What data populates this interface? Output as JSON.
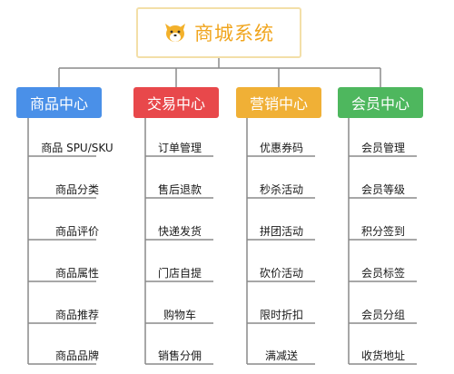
{
  "root": {
    "title": "商城系统",
    "icon": "fox-logo-icon",
    "border_color": "#f3dfa8",
    "title_color": "#f0a51e"
  },
  "connector_color": "#8a8a8a",
  "columns": [
    {
      "title": "商品中心",
      "color": "#4a90e8",
      "items": [
        "商品 SPU/SKU",
        "商品分类",
        "商品评价",
        "商品属性",
        "商品推荐",
        "商品品牌"
      ]
    },
    {
      "title": "交易中心",
      "color": "#e8484b",
      "items": [
        "订单管理",
        "售后退款",
        "快递发货",
        "门店自提",
        "购物车",
        "销售分佣"
      ]
    },
    {
      "title": "营销中心",
      "color": "#f0b036",
      "items": [
        "优惠券码",
        "秒杀活动",
        "拼团活动",
        "砍价活动",
        "限时折扣",
        "满减送"
      ]
    },
    {
      "title": "会员中心",
      "color": "#4eb75e",
      "items": [
        "会员管理",
        "会员等级",
        "积分签到",
        "会员标签",
        "会员分组",
        "收货地址"
      ]
    }
  ]
}
